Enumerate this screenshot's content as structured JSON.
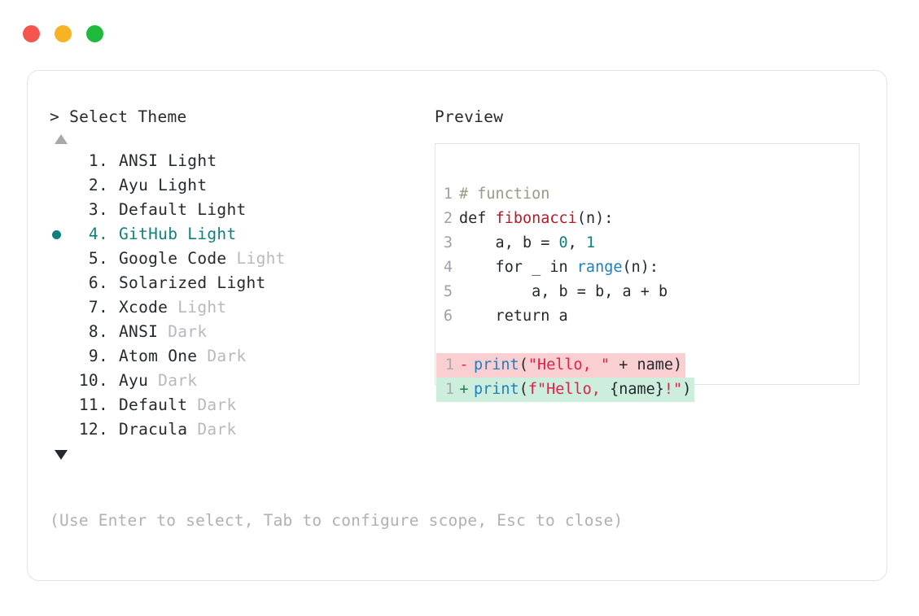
{
  "window": {
    "traffic_lights": [
      {
        "name": "close-button",
        "color": "#f4564f"
      },
      {
        "name": "minimize-button",
        "color": "#f6b324"
      },
      {
        "name": "maximize-button",
        "color": "#1fb93b"
      }
    ]
  },
  "left": {
    "prompt": "> Select Theme",
    "scroll_up_icon": "triangle-up-icon",
    "scroll_down_icon": "triangle-down-icon",
    "selected_index": 4,
    "items": [
      {
        "index": "1.",
        "name": "ANSI Light",
        "suffix": "",
        "suffix_muted": false,
        "selected": false
      },
      {
        "index": "2.",
        "name": "Ayu Light",
        "suffix": "",
        "suffix_muted": false,
        "selected": false
      },
      {
        "index": "3.",
        "name": "Default Light",
        "suffix": "",
        "suffix_muted": false,
        "selected": false
      },
      {
        "index": "4.",
        "name": "GitHub Light",
        "suffix": "",
        "suffix_muted": false,
        "selected": true
      },
      {
        "index": "5.",
        "name": "Google Code",
        "suffix": " Light",
        "suffix_muted": true,
        "selected": false
      },
      {
        "index": "6.",
        "name": "Solarized Light",
        "suffix": "",
        "suffix_muted": false,
        "selected": false
      },
      {
        "index": "7.",
        "name": "Xcode",
        "suffix": " Light",
        "suffix_muted": true,
        "selected": false
      },
      {
        "index": "8.",
        "name": "ANSI",
        "suffix": " Dark",
        "suffix_muted": true,
        "selected": false
      },
      {
        "index": "9.",
        "name": "Atom One",
        "suffix": " Dark",
        "suffix_muted": true,
        "selected": false
      },
      {
        "index": "10.",
        "name": "Ayu",
        "suffix": " Dark",
        "suffix_muted": true,
        "selected": false
      },
      {
        "index": "11.",
        "name": "Default",
        "suffix": " Dark",
        "suffix_muted": true,
        "selected": false
      },
      {
        "index": "12.",
        "name": "Dracula",
        "suffix": " Dark",
        "suffix_muted": true,
        "selected": false
      }
    ],
    "hint": "(Use Enter to select, Tab to configure scope, Esc to close)"
  },
  "right": {
    "title": "Preview",
    "code_lines": [
      {
        "number": "1",
        "tokens": [
          {
            "text": "# function",
            "style": "tok-comment"
          }
        ]
      },
      {
        "number": "2",
        "tokens": [
          {
            "text": "def ",
            "style": "tok-keyword"
          },
          {
            "text": "fibonacci",
            "style": "tok-func"
          },
          {
            "text": "(n):",
            "style": "tok-plain"
          }
        ]
      },
      {
        "number": "3",
        "tokens": [
          {
            "text": "    a, b = ",
            "style": "tok-plain"
          },
          {
            "text": "0",
            "style": "tok-number"
          },
          {
            "text": ", ",
            "style": "tok-plain"
          },
          {
            "text": "1",
            "style": "tok-number"
          }
        ]
      },
      {
        "number": "4",
        "tokens": [
          {
            "text": "    for _ in ",
            "style": "tok-plain"
          },
          {
            "text": "range",
            "style": "tok-builtin"
          },
          {
            "text": "(n):",
            "style": "tok-plain"
          }
        ]
      },
      {
        "number": "5",
        "tokens": [
          {
            "text": "        a, b = b, a + b",
            "style": "tok-plain"
          }
        ]
      },
      {
        "number": "6",
        "tokens": [
          {
            "text": "    return a",
            "style": "tok-plain"
          }
        ]
      }
    ],
    "diff_lines": [
      {
        "number": "1",
        "kind": "removed",
        "sign": "-",
        "tokens": [
          {
            "text": "print",
            "style": "tok-builtin"
          },
          {
            "text": "(",
            "style": "tok-plain"
          },
          {
            "text": "\"Hello, \"",
            "style": "tok-string"
          },
          {
            "text": " + name)",
            "style": "tok-plain"
          }
        ]
      },
      {
        "number": "1",
        "kind": "added",
        "sign": "+",
        "tokens": [
          {
            "text": "print",
            "style": "tok-builtin"
          },
          {
            "text": "(",
            "style": "tok-plain"
          },
          {
            "text": "f\"Hello, ",
            "style": "tok-string"
          },
          {
            "text": "{name}",
            "style": "tok-plain"
          },
          {
            "text": "!\"",
            "style": "tok-string"
          },
          {
            "text": ")",
            "style": "tok-plain"
          }
        ]
      }
    ]
  },
  "colors": {
    "accent": "#0f807e",
    "text": "#24292e",
    "muted": "#b9b9bd",
    "border": "#e3e3e5",
    "diff_removed_bg": "#f9cfd1",
    "diff_added_bg": "#cdeedd"
  }
}
